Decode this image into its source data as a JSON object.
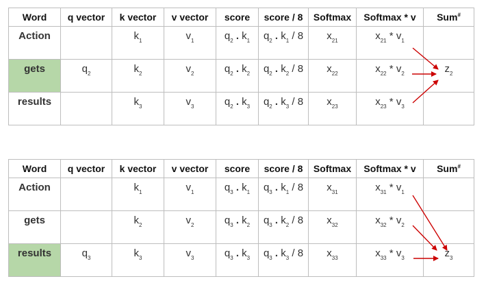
{
  "headers": [
    "Word",
    "q vector",
    "k vector",
    "v vector",
    "score",
    "score / 8",
    "Softmax",
    "Softmax * v",
    "Sum"
  ],
  "sum_superscript": "#",
  "tables": [
    {
      "rows": [
        {
          "word": "Action",
          "q": "",
          "qs": "",
          "k": "k",
          "ks": "1",
          "v": "v",
          "vs": "1",
          "sq": "q",
          "sqs": "2",
          "sk": "k",
          "sks": "1",
          "dq": "q",
          "dqs": "2",
          "dk": "k",
          "dks": "1",
          "div": "/ 8",
          "x": "x",
          "xs": "21",
          "sx": "x",
          "sxs": "21",
          "sv": "v",
          "svs": "1",
          "z": "",
          "zs": ""
        },
        {
          "word": "gets",
          "q": "q",
          "qs": "2",
          "k": "k",
          "ks": "2",
          "v": "v",
          "vs": "2",
          "sq": "q",
          "sqs": "2",
          "sk": "k",
          "sks": "2",
          "dq": "q",
          "dqs": "2",
          "dk": "k",
          "dks": "2",
          "div": "/ 8",
          "x": "x",
          "xs": "22",
          "sx": "x",
          "sxs": "22",
          "sv": "v",
          "svs": "2",
          "z": "z",
          "zs": "2"
        },
        {
          "word": "results",
          "q": "",
          "qs": "",
          "k": "k",
          "ks": "3",
          "v": "v",
          "vs": "3",
          "sq": "q",
          "sqs": "2",
          "sk": "k",
          "sks": "3",
          "dq": "q",
          "dqs": "2",
          "dk": "k",
          "dks": "3",
          "div": "/ 8",
          "x": "x",
          "xs": "23",
          "sx": "x",
          "sxs": "23",
          "sv": "v",
          "svs": "3",
          "z": "",
          "zs": ""
        }
      ]
    },
    {
      "rows": [
        {
          "word": "Action",
          "q": "",
          "qs": "",
          "k": "k",
          "ks": "1",
          "v": "v",
          "vs": "1",
          "sq": "q",
          "sqs": "3",
          "sk": "k",
          "sks": "1",
          "dq": "q",
          "dqs": "3",
          "dk": "k",
          "dks": "1",
          "div": "/ 8",
          "x": "x",
          "xs": "31",
          "sx": "x",
          "sxs": "31",
          "sv": "v",
          "svs": "1",
          "z": "",
          "zs": ""
        },
        {
          "word": "gets",
          "q": "",
          "qs": "",
          "k": "k",
          "ks": "2",
          "v": "v",
          "vs": "2",
          "sq": "q",
          "sqs": "3",
          "sk": "k",
          "sks": "2",
          "dq": "q",
          "dqs": "3",
          "dk": "k",
          "dks": "2",
          "div": "/ 8",
          "x": "x",
          "xs": "32",
          "sx": "x",
          "sxs": "32",
          "sv": "v",
          "svs": "2",
          "z": "",
          "zs": ""
        },
        {
          "word": "results",
          "q": "q",
          "qs": "3",
          "k": "k",
          "ks": "3",
          "v": "v",
          "vs": "3",
          "sq": "q",
          "sqs": "3",
          "sk": "k",
          "sks": "3",
          "dq": "q",
          "dqs": "3",
          "dk": "k",
          "dks": "3",
          "div": "/ 8",
          "x": "x",
          "xs": "33",
          "sx": "x",
          "sxs": "33",
          "sv": "v",
          "svs": "3",
          "z": "z",
          "zs": "3"
        }
      ]
    }
  ],
  "colors": {
    "word_text": "#1c56c4",
    "highlight": "#b6d7a8",
    "arrow": "#cc0000",
    "border": "#bdbdbd"
  }
}
